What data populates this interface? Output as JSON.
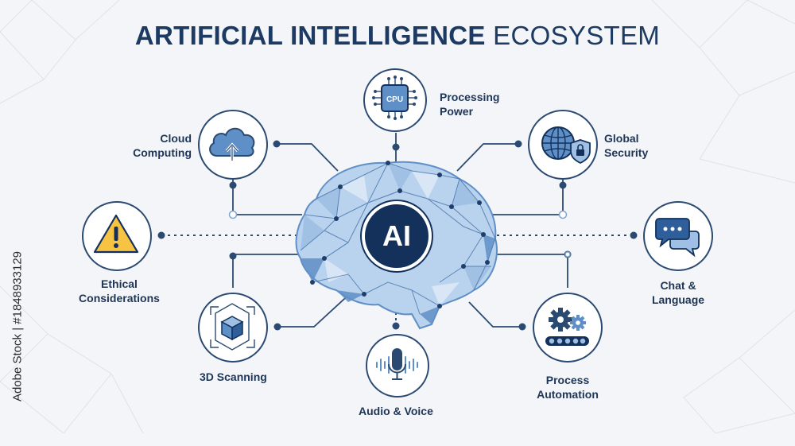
{
  "title": {
    "strong": "ARTIFICIAL INTELLIGENCE",
    "light": "ECOSYSTEM"
  },
  "center": {
    "label": "AI"
  },
  "nodes": {
    "processing_power": {
      "label": "Processing\nPower",
      "chip_text": "CPU"
    },
    "cloud_computing": {
      "label": "Cloud\nComputing"
    },
    "global_security": {
      "label": "Global\nSecurity"
    },
    "ethical_considerations": {
      "label": "Ethical\nConsiderations"
    },
    "chat_language": {
      "label": "Chat &\nLanguage"
    },
    "scanning_3d": {
      "label": "3D Scanning"
    },
    "audio_voice": {
      "label": "Audio & Voice"
    },
    "process_automation": {
      "label": "Process\nAutomation"
    }
  },
  "watermark": "Adobe Stock | #1848933129",
  "colors": {
    "navy": "#13315a",
    "line": "#2b4a72",
    "brain_light": "#cfe0f3",
    "brain_mid": "#9fc0e4",
    "brain_dark": "#5f8fc7",
    "warning": "#f6c343"
  }
}
